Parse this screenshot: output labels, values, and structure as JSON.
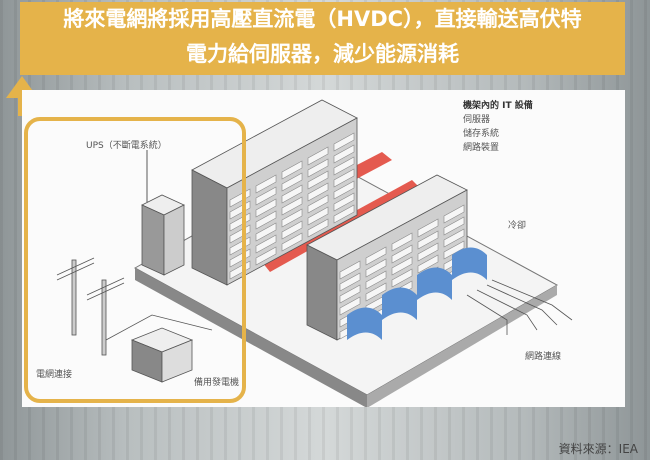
{
  "banner": {
    "line1": "將來電網將採用高壓直流電（HVDC），直接輸送高伏特",
    "line2": "電力給伺服器，減少能源消耗"
  },
  "diagram": {
    "ups": "UPS（不斷電系統）",
    "grid": "電網連接",
    "generator": "備用發電機",
    "it_title": "機架內的 IT 設備",
    "it_items": [
      "伺服器",
      "儲存系統",
      "網路裝置"
    ],
    "cooling": "冷卻",
    "network": "網路連線"
  },
  "source": "資料來源：IEA",
  "colors": {
    "accent": "#e5b34a",
    "hot_aisle": "#e45a4f",
    "cooling": "#5b8fd0"
  }
}
